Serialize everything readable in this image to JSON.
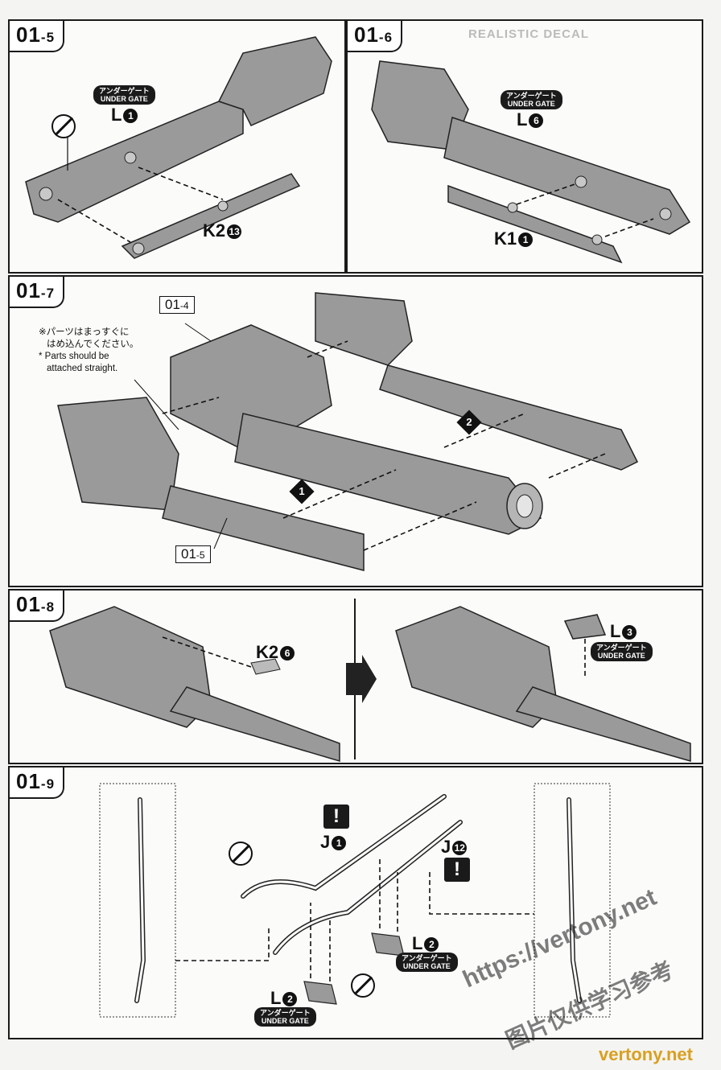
{
  "header_text": "REALISTIC DECAL",
  "steps": {
    "s5": {
      "num": "01",
      "sub": "-5",
      "gate_jp": "アンダーゲート",
      "gate_en": "UNDER GATE",
      "part_a": "L",
      "part_a_num": "1",
      "part_b": "K2",
      "part_b_num": "13"
    },
    "s6": {
      "num": "01",
      "sub": "-6",
      "gate_jp": "アンダーゲート",
      "gate_en": "UNDER GATE",
      "part_a": "L",
      "part_a_num": "6",
      "part_b": "K1",
      "part_b_num": "1"
    },
    "s7": {
      "num": "01",
      "sub": "-7",
      "ref_top": "01",
      "ref_top_sub": "-4",
      "ref_bottom": "01",
      "ref_bottom_sub": "-5",
      "note_jp_1": "※パーツはまっすぐに",
      "note_jp_2": "はめ込んでください。",
      "note_en_1": "* Parts should be",
      "note_en_2": "attached straight.",
      "order_1": "1",
      "order_2": "2"
    },
    "s8": {
      "num": "01",
      "sub": "-8",
      "part_a": "K2",
      "part_a_num": "6",
      "part_b": "L",
      "part_b_num": "3",
      "gate_jp": "アンダーゲート",
      "gate_en": "UNDER GATE"
    },
    "s9": {
      "num": "01",
      "sub": "-9",
      "warn": "!",
      "part_j1": "J",
      "part_j1_num": "1",
      "part_j12": "J",
      "part_j12_num": "12",
      "part_l2a": "L",
      "part_l2a_num": "2",
      "part_l2b": "L",
      "part_l2b_num": "2",
      "gate_jp": "アンダーゲート",
      "gate_en": "UNDER GATE"
    }
  },
  "watermark": {
    "line1": "https://vertony.net",
    "line2": "图片仅供学习参考",
    "footer": "vertony.net"
  }
}
